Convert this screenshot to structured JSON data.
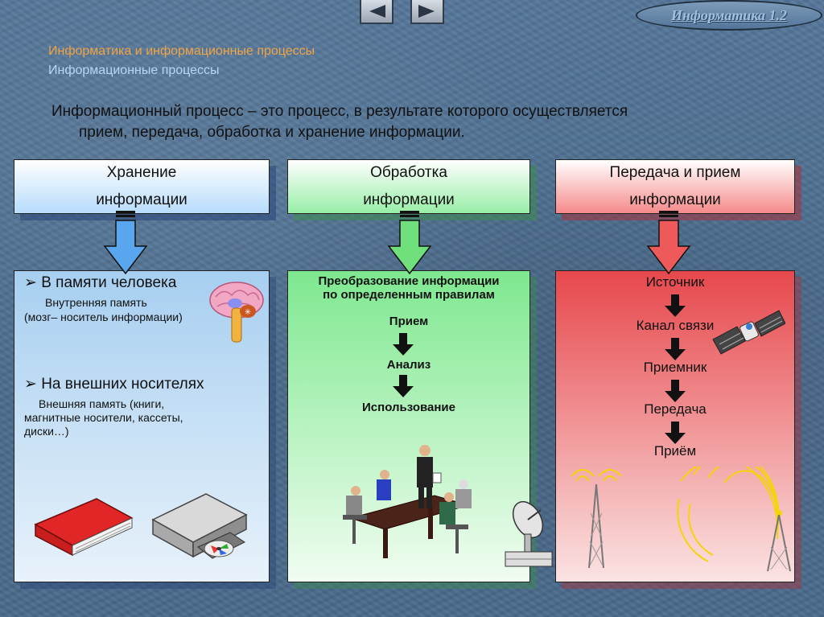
{
  "nav": {
    "prev": "Назад",
    "next": "Вперёд"
  },
  "badge": "Информатика 1.2",
  "breadcrumb": {
    "line1": "Информатика и информационные процессы",
    "line2": "Информационные процессы"
  },
  "intro": {
    "line1": "Информационный процесс – это процесс, в результате которого осуществляется",
    "line2": "прием, передача, обработка и хранение информации."
  },
  "columns": {
    "storage": {
      "title1": "Хранение",
      "title2": "информации",
      "item1_title": "В памяти человека",
      "item1_desc1": "Внутренняя память",
      "item1_desc2": "(мозг– носитель информации)",
      "item2_title": "На внешних носителях",
      "item2_desc1": "Внешняя память (книги,",
      "item2_desc2": "магнитные носители, кассеты,",
      "item2_desc3": "диски…)"
    },
    "processing": {
      "title1": "Обработка",
      "title2": "информации",
      "heading1": "Преобразование информации",
      "heading2": "по определенным правилам",
      "steps": [
        "Прием",
        "Анализ",
        "Использование"
      ]
    },
    "transfer": {
      "title1": "Передача и прием",
      "title2": "информации",
      "steps": [
        "Источник",
        "Канал связи",
        "Приемник",
        "Передача",
        "Приём"
      ]
    }
  },
  "colors": {
    "blue": "#b7dcfb",
    "green": "#98eea6",
    "red": "#f58a8a",
    "crumb_orange": "#f0a444",
    "crumb_blue": "#b6d7f4"
  }
}
